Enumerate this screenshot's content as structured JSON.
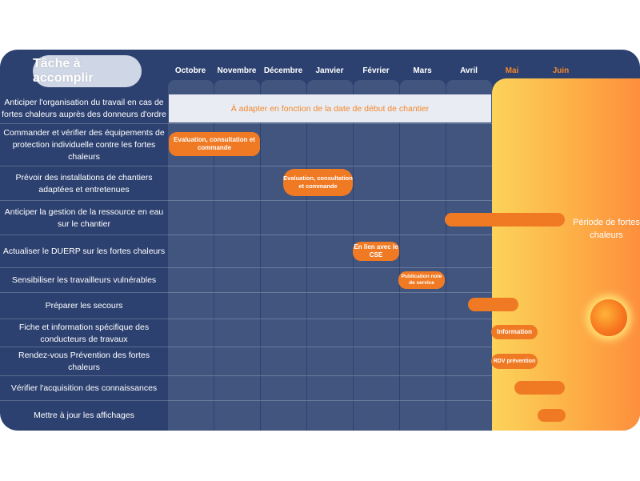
{
  "header": {
    "task_label": "Tâche à accomplir",
    "months": [
      "Octobre",
      "Novembre",
      "Décembre",
      "Janvier",
      "Février",
      "Mars",
      "Avril",
      "Mai",
      "Juin"
    ],
    "hot_months": [
      "Mai",
      "Juin"
    ]
  },
  "tasks": [
    "Anticiper l'organisation du travail en cas de fortes chaleurs auprès des donneurs d'ordre",
    "Commander et vérifier des équipements de protection individuelle contre les fortes chaleurs",
    "Prévoir des installations de chantiers adaptées et entretenues",
    "Anticiper la gestion de la ressource en eau sur le chantier",
    "Actualiser le DUERP sur les fortes chaleurs",
    "Sensibiliser les travailleurs vulnérables",
    "Préparer les secours",
    "Fiche et information spécifique des conducteurs de travaux",
    "Rendez-vous Prévention des fortes chaleurs",
    "Vérifier l'acquisition des connaissances",
    "Mettre à jour les affichages"
  ],
  "bars": {
    "adapt": "À adapter en fonction de la date de début de chantier",
    "epi": "Evaluation, consultation et commande",
    "installations": "Evaluation, consultation et commande",
    "duerp": "En lien avec le CSE",
    "vulnerables": "Publication note de service",
    "information": "Information",
    "rdv": "RDV prévention"
  },
  "heat_period": {
    "label": "Période de fortes chaleurs",
    "icon": "sun-icon"
  },
  "colors": {
    "navy": "#2d4170",
    "column": "#41557f",
    "orange": "#f07a24",
    "summer_start": "#fcd35a",
    "summer_end": "#fd8f3c"
  }
}
